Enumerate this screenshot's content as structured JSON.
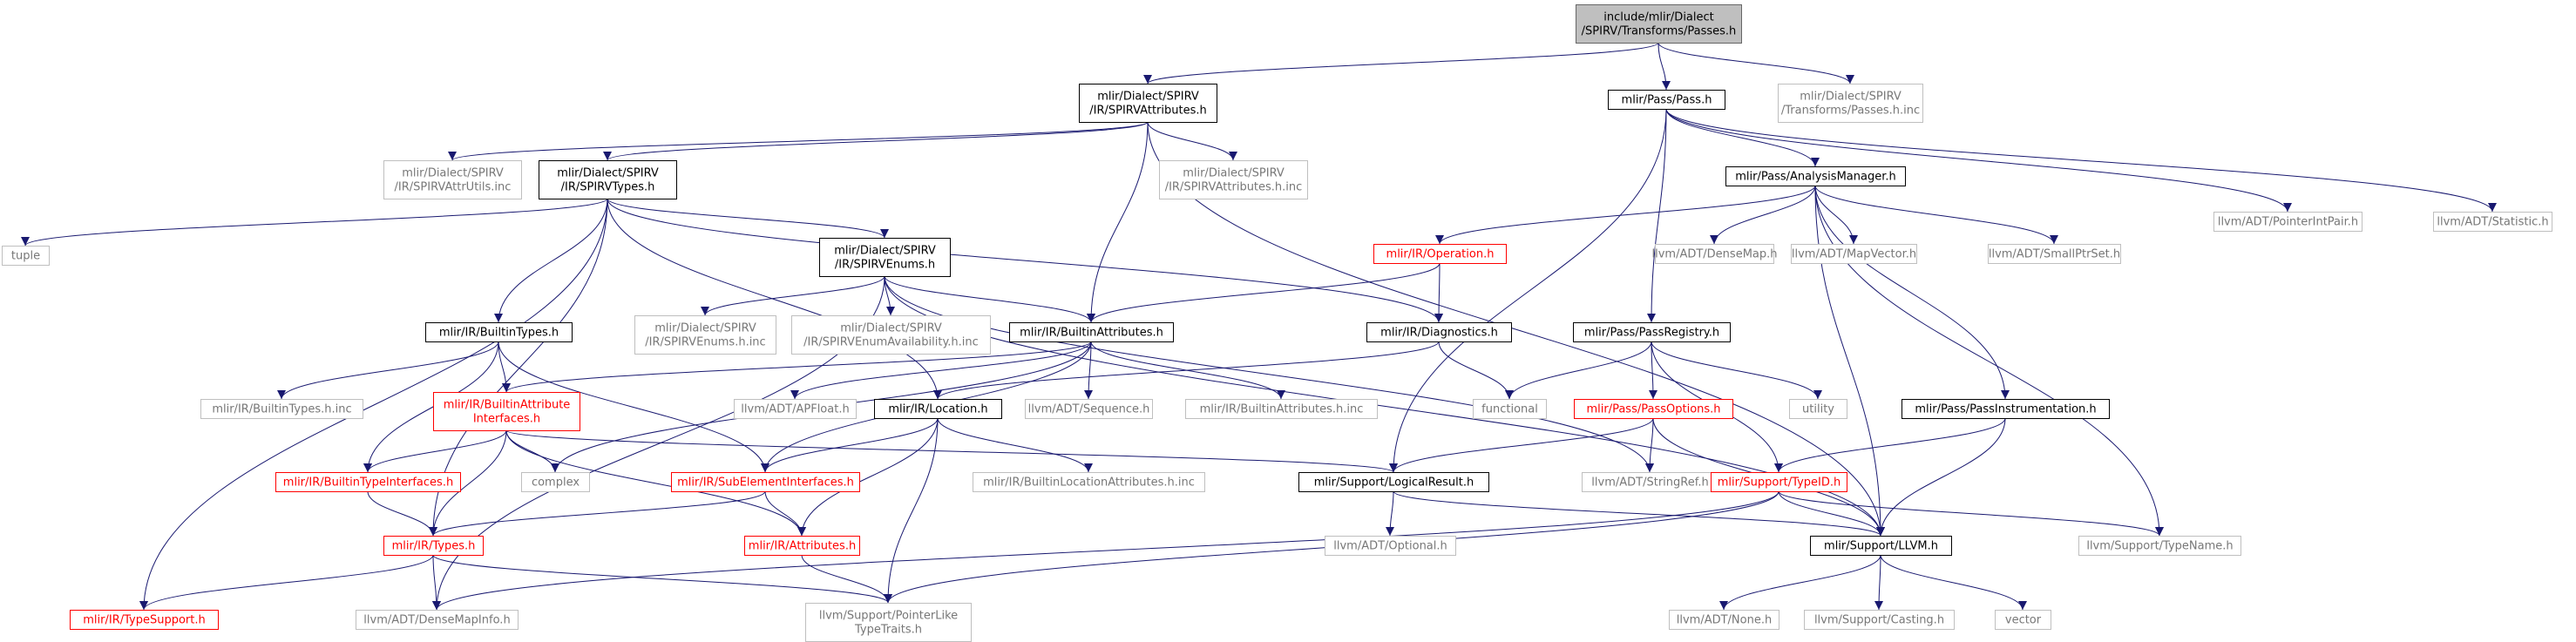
{
  "graph": {
    "nodes": [
      {
        "id": "root",
        "lines": [
          "include/mlir/Dialect",
          "/SPIRV/Transforms/Passes.h"
        ],
        "style": "root"
      },
      {
        "id": "spirvattr",
        "lines": [
          "mlir/Dialect/SPIRV",
          "/IR/SPIRVAttributes.h"
        ],
        "style": "black"
      },
      {
        "id": "passh",
        "lines": [
          "mlir/Pass/Pass.h"
        ],
        "style": "black"
      },
      {
        "id": "passesinc",
        "lines": [
          "mlir/Dialect/SPIRV",
          "/Transforms/Passes.h.inc"
        ],
        "style": "gray"
      },
      {
        "id": "attrutils",
        "lines": [
          "mlir/Dialect/SPIRV",
          "/IR/SPIRVAttrUtils.inc"
        ],
        "style": "gray"
      },
      {
        "id": "spirvtypes",
        "lines": [
          "mlir/Dialect/SPIRV",
          "/IR/SPIRVTypes.h"
        ],
        "style": "black"
      },
      {
        "id": "spirvattrinc",
        "lines": [
          "mlir/Dialect/SPIRV",
          "/IR/SPIRVAttributes.h.inc"
        ],
        "style": "gray"
      },
      {
        "id": "analysismgr",
        "lines": [
          "mlir/Pass/AnalysisManager.h"
        ],
        "style": "black"
      },
      {
        "id": "ptrintpair",
        "lines": [
          "llvm/ADT/PointerIntPair.h"
        ],
        "style": "gray"
      },
      {
        "id": "statistic",
        "lines": [
          "llvm/ADT/Statistic.h"
        ],
        "style": "gray"
      },
      {
        "id": "tuple",
        "lines": [
          "tuple"
        ],
        "style": "gray"
      },
      {
        "id": "spirvenums",
        "lines": [
          "mlir/Dialect/SPIRV",
          "/IR/SPIRVEnums.h"
        ],
        "style": "black"
      },
      {
        "id": "operation",
        "lines": [
          "mlir/IR/Operation.h"
        ],
        "style": "red"
      },
      {
        "id": "densemap",
        "lines": [
          "llvm/ADT/DenseMap.h"
        ],
        "style": "gray"
      },
      {
        "id": "mapvector",
        "lines": [
          "llvm/ADT/MapVector.h"
        ],
        "style": "gray"
      },
      {
        "id": "smallptrset",
        "lines": [
          "llvm/ADT/SmallPtrSet.h"
        ],
        "style": "gray"
      },
      {
        "id": "builtintypes",
        "lines": [
          "mlir/IR/BuiltinTypes.h"
        ],
        "style": "black"
      },
      {
        "id": "enumsinc",
        "lines": [
          "mlir/Dialect/SPIRV",
          "/IR/SPIRVEnums.h.inc"
        ],
        "style": "gray"
      },
      {
        "id": "enumavail",
        "lines": [
          "mlir/Dialect/SPIRV",
          "/IR/SPIRVEnumAvailability.h.inc"
        ],
        "style": "gray"
      },
      {
        "id": "builtinattrs",
        "lines": [
          "mlir/IR/BuiltinAttributes.h"
        ],
        "style": "black"
      },
      {
        "id": "diagnostics",
        "lines": [
          "mlir/IR/Diagnostics.h"
        ],
        "style": "black"
      },
      {
        "id": "passregistry",
        "lines": [
          "mlir/Pass/PassRegistry.h"
        ],
        "style": "black"
      },
      {
        "id": "builtintypesinc",
        "lines": [
          "mlir/IR/BuiltinTypes.h.inc"
        ],
        "style": "gray"
      },
      {
        "id": "builtinattrifaces",
        "lines": [
          "mlir/IR/BuiltinAttribute",
          "Interfaces.h"
        ],
        "style": "red"
      },
      {
        "id": "apfloat",
        "lines": [
          "llvm/ADT/APFloat.h"
        ],
        "style": "gray"
      },
      {
        "id": "location",
        "lines": [
          "mlir/IR/Location.h"
        ],
        "style": "black"
      },
      {
        "id": "sequence",
        "lines": [
          "llvm/ADT/Sequence.h"
        ],
        "style": "gray"
      },
      {
        "id": "builtinattrsinc",
        "lines": [
          "mlir/IR/BuiltinAttributes.h.inc"
        ],
        "style": "gray"
      },
      {
        "id": "functional",
        "lines": [
          "functional"
        ],
        "style": "gray"
      },
      {
        "id": "passoptions",
        "lines": [
          "mlir/Pass/PassOptions.h"
        ],
        "style": "red"
      },
      {
        "id": "utility",
        "lines": [
          "utility"
        ],
        "style": "gray"
      },
      {
        "id": "passinstr",
        "lines": [
          "mlir/Pass/PassInstrumentation.h"
        ],
        "style": "black"
      },
      {
        "id": "builtintypeifaces",
        "lines": [
          "mlir/IR/BuiltinTypeInterfaces.h"
        ],
        "style": "red"
      },
      {
        "id": "complex",
        "lines": [
          "complex"
        ],
        "style": "gray"
      },
      {
        "id": "subelemifaces",
        "lines": [
          "mlir/IR/SubElementInterfaces.h"
        ],
        "style": "red"
      },
      {
        "id": "builtinlocinc",
        "lines": [
          "mlir/IR/BuiltinLocationAttributes.h.inc"
        ],
        "style": "gray"
      },
      {
        "id": "logicalresult",
        "lines": [
          "mlir/Support/LogicalResult.h"
        ],
        "style": "black"
      },
      {
        "id": "stringref",
        "lines": [
          "llvm/ADT/StringRef.h"
        ],
        "style": "gray"
      },
      {
        "id": "typeid",
        "lines": [
          "mlir/Support/TypeID.h"
        ],
        "style": "red"
      },
      {
        "id": "irtypes",
        "lines": [
          "mlir/IR/Types.h"
        ],
        "style": "red"
      },
      {
        "id": "attributes",
        "lines": [
          "mlir/IR/Attributes.h"
        ],
        "style": "red"
      },
      {
        "id": "optional",
        "lines": [
          "llvm/ADT/Optional.h"
        ],
        "style": "gray"
      },
      {
        "id": "llvmh",
        "lines": [
          "mlir/Support/LLVM.h"
        ],
        "style": "black"
      },
      {
        "id": "typename",
        "lines": [
          "llvm/Support/TypeName.h"
        ],
        "style": "gray"
      },
      {
        "id": "typesupport",
        "lines": [
          "mlir/IR/TypeSupport.h"
        ],
        "style": "red"
      },
      {
        "id": "densemapinfo",
        "lines": [
          "llvm/ADT/DenseMapInfo.h"
        ],
        "style": "gray"
      },
      {
        "id": "ptrliketraits",
        "lines": [
          "llvm/Support/PointerLike",
          "TypeTraits.h"
        ],
        "style": "gray"
      },
      {
        "id": "none",
        "lines": [
          "llvm/ADT/None.h"
        ],
        "style": "gray"
      },
      {
        "id": "casting",
        "lines": [
          "llvm/Support/Casting.h"
        ],
        "style": "gray"
      },
      {
        "id": "vector",
        "lines": [
          "vector"
        ],
        "style": "gray"
      }
    ],
    "edges": [
      [
        "root",
        "spirvattr"
      ],
      [
        "root",
        "passh"
      ],
      [
        "root",
        "passesinc"
      ],
      [
        "spirvattr",
        "attrutils"
      ],
      [
        "spirvattr",
        "spirvtypes"
      ],
      [
        "spirvattr",
        "spirvattrinc"
      ],
      [
        "spirvattr",
        "builtinattrs"
      ],
      [
        "spirvattr",
        "llvmh"
      ],
      [
        "spirvtypes",
        "tuple"
      ],
      [
        "spirvtypes",
        "spirvenums"
      ],
      [
        "spirvtypes",
        "builtintypes"
      ],
      [
        "spirvtypes",
        "diagnostics"
      ],
      [
        "spirvtypes",
        "location"
      ],
      [
        "spirvtypes",
        "typesupport"
      ],
      [
        "spirvtypes",
        "irtypes"
      ],
      [
        "spirvenums",
        "enumsinc"
      ],
      [
        "spirvenums",
        "enumavail"
      ],
      [
        "spirvenums",
        "builtinattrs"
      ],
      [
        "spirvenums",
        "densemapinfo"
      ],
      [
        "spirvenums",
        "stringref"
      ],
      [
        "spirvenums",
        "llvmh"
      ],
      [
        "passh",
        "analysismgr"
      ],
      [
        "passh",
        "passregistry"
      ],
      [
        "passh",
        "logicalresult"
      ],
      [
        "passh",
        "ptrintpair"
      ],
      [
        "passh",
        "statistic"
      ],
      [
        "analysismgr",
        "operation"
      ],
      [
        "analysismgr",
        "densemap"
      ],
      [
        "analysismgr",
        "mapvector"
      ],
      [
        "analysismgr",
        "smallptrset"
      ],
      [
        "analysismgr",
        "passinstr"
      ],
      [
        "analysismgr",
        "llvmh"
      ],
      [
        "analysismgr",
        "typename"
      ],
      [
        "operation",
        "builtinattrs"
      ],
      [
        "operation",
        "diagnostics"
      ],
      [
        "diagnostics",
        "location"
      ],
      [
        "diagnostics",
        "functional"
      ],
      [
        "builtintypes",
        "builtintypesinc"
      ],
      [
        "builtintypes",
        "builtinattrifaces"
      ],
      [
        "builtintypes",
        "builtintypeifaces"
      ],
      [
        "builtintypes",
        "subelemifaces"
      ],
      [
        "builtinattrs",
        "builtinattrifaces"
      ],
      [
        "builtinattrs",
        "apfloat"
      ],
      [
        "builtinattrs",
        "sequence"
      ],
      [
        "builtinattrs",
        "builtinattrsinc"
      ],
      [
        "builtinattrs",
        "complex"
      ],
      [
        "builtinattrs",
        "subelemifaces"
      ],
      [
        "builtinattrifaces",
        "builtintypeifaces"
      ],
      [
        "builtinattrifaces",
        "complex"
      ],
      [
        "builtinattrifaces",
        "irtypes"
      ],
      [
        "builtinattrifaces",
        "attributes"
      ],
      [
        "builtinattrifaces",
        "logicalresult"
      ],
      [
        "location",
        "subelemifaces"
      ],
      [
        "location",
        "builtinlocinc"
      ],
      [
        "location",
        "attributes"
      ],
      [
        "location",
        "ptrliketraits"
      ],
      [
        "builtintypeifaces",
        "irtypes"
      ],
      [
        "subelemifaces",
        "irtypes"
      ],
      [
        "subelemifaces",
        "attributes"
      ],
      [
        "irtypes",
        "typesupport"
      ],
      [
        "irtypes",
        "densemapinfo"
      ],
      [
        "irtypes",
        "ptrliketraits"
      ],
      [
        "attributes",
        "ptrliketraits"
      ],
      [
        "passregistry",
        "functional"
      ],
      [
        "passregistry",
        "passoptions"
      ],
      [
        "passregistry",
        "utility"
      ],
      [
        "passregistry",
        "typeid"
      ],
      [
        "passoptions",
        "logicalresult"
      ],
      [
        "passoptions",
        "stringref"
      ],
      [
        "passoptions",
        "llvmh"
      ],
      [
        "passinstr",
        "typeid"
      ],
      [
        "passinstr",
        "llvmh"
      ],
      [
        "logicalresult",
        "optional"
      ],
      [
        "logicalresult",
        "llvmh"
      ],
      [
        "typeid",
        "llvmh"
      ],
      [
        "typeid",
        "typename"
      ],
      [
        "typeid",
        "densemapinfo"
      ],
      [
        "typeid",
        "ptrliketraits"
      ],
      [
        "llvmh",
        "none"
      ],
      [
        "llvmh",
        "casting"
      ],
      [
        "llvmh",
        "vector"
      ]
    ]
  }
}
